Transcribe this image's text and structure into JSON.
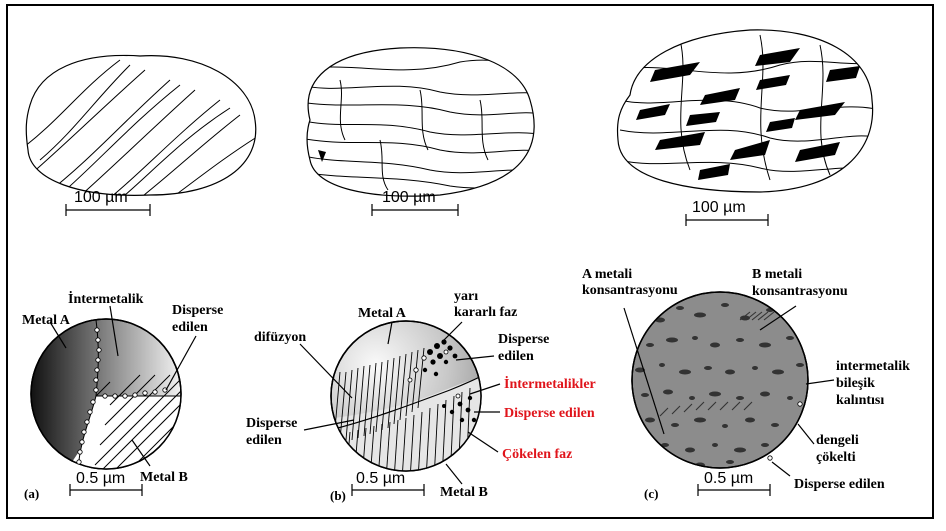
{
  "top_particles": {
    "scale_a": "100 µm",
    "scale_b": "100 µm",
    "scale_c": "100 µm"
  },
  "panel_a": {
    "tag": "(a)",
    "scale": "0.5 µm",
    "labels": {
      "metal_a": "Metal A",
      "intermetalik": "İntermetalik",
      "disperse_1": "Disperse",
      "disperse_2": "edilen",
      "metal_b": "Metal B"
    }
  },
  "panel_b": {
    "tag": "(b)",
    "scale": "0.5 µm",
    "labels": {
      "metal_a": "Metal A",
      "yari_1": "yarı",
      "yari_2": "kararlı faz",
      "difuzyon": "difüzyon",
      "disperse_top_1": "Disperse",
      "disperse_top_2": "edilen",
      "intermetalikler": "İntermetalikler",
      "disperse_red": "Disperse edilen",
      "disperse_left_1": "Disperse",
      "disperse_left_2": "edilen",
      "cokelen": "Çökelen faz",
      "metal_b": "Metal B"
    }
  },
  "panel_c": {
    "tag": "(c)",
    "scale": "0.5 µm",
    "labels": {
      "a_metali_1": "A metali",
      "a_metali_2": "konsantrasyonu",
      "b_metali_1": "B metali",
      "b_metali_2": "konsantrasyonu",
      "inter_1": "intermetalik",
      "inter_2": "bileşik",
      "inter_3": "kalıntısı",
      "dengeli_1": "dengeli",
      "dengeli_2": "çökelti",
      "disperse": "Disperse edilen"
    }
  },
  "colors": {
    "red_label": "#e0141b",
    "circle_gray": "#8c8c8c"
  }
}
